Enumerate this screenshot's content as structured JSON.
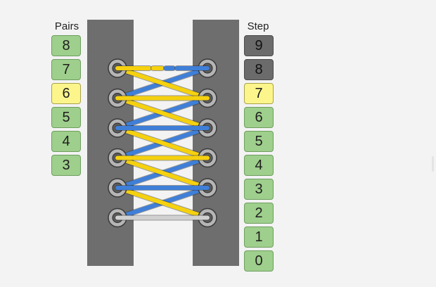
{
  "pairs": {
    "title": "Pairs",
    "items": [
      "8",
      "7",
      "6",
      "5",
      "4",
      "3"
    ],
    "selected_index": 2
  },
  "steps": {
    "title": "Step",
    "items": [
      "9",
      "8",
      "7",
      "6",
      "5",
      "4",
      "3",
      "2",
      "1",
      "0"
    ],
    "selected_index": 2,
    "done_indices": [
      0,
      1
    ]
  },
  "diagram": {
    "eyelet_rows": 6,
    "lace_colors": {
      "left_lace": "#f5d10f",
      "right_lace": "#3f7fd8",
      "bottom_bar": "#d0d0d0",
      "panel": "#6e6e6e"
    }
  }
}
